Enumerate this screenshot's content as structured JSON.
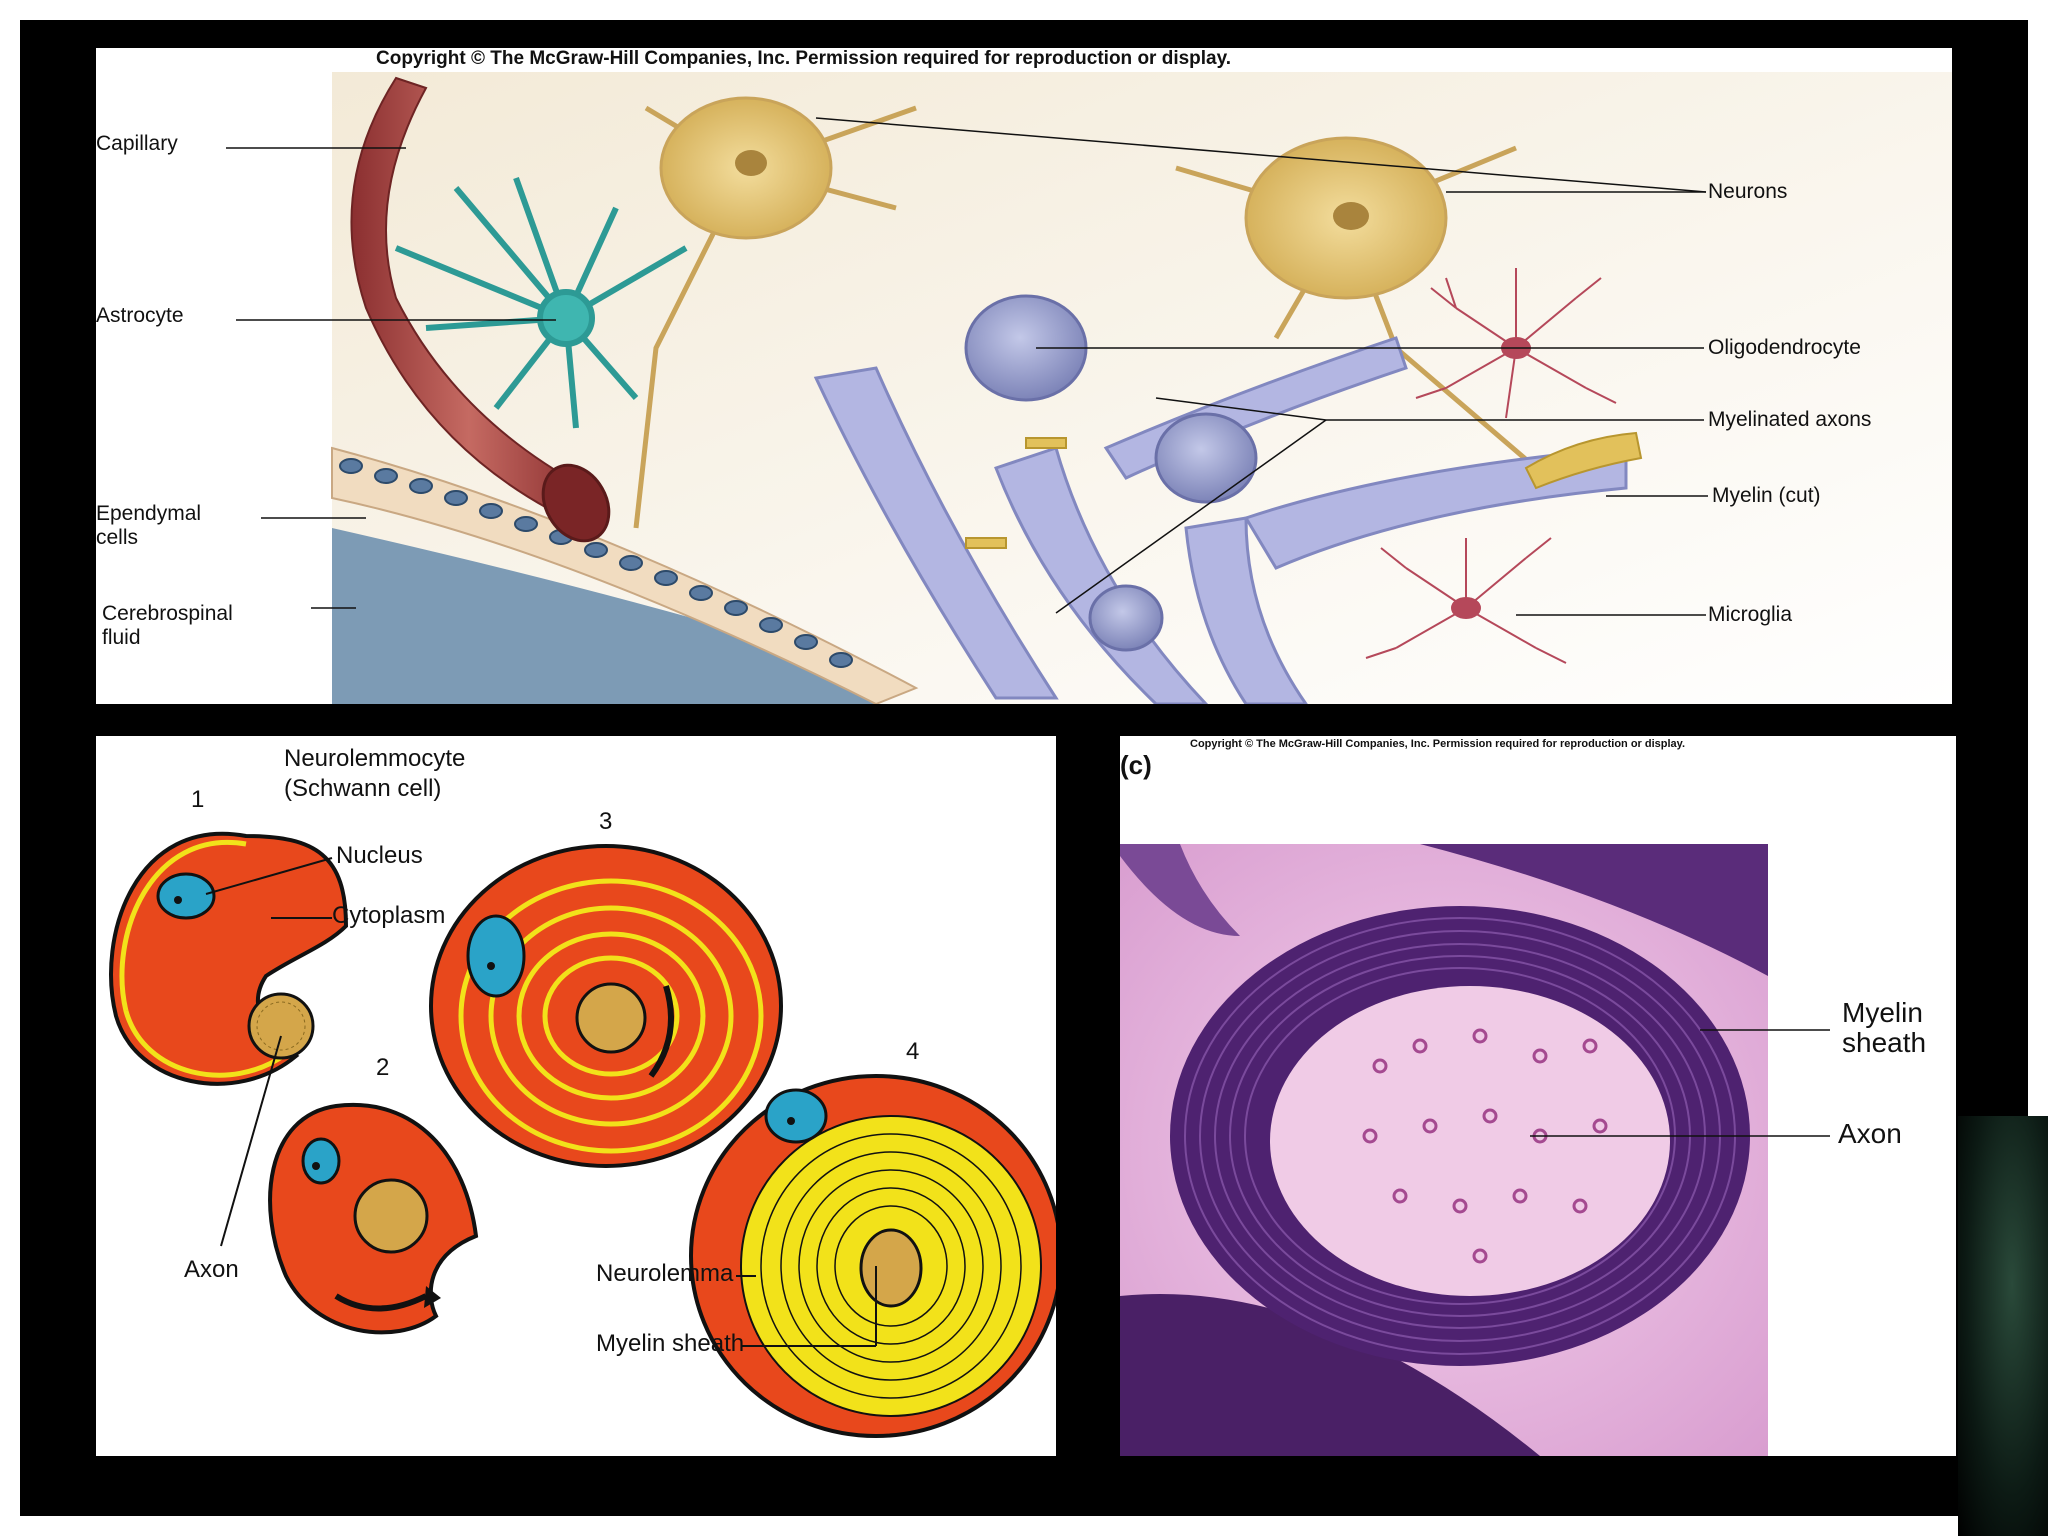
{
  "top_panel": {
    "copyright": "Copyright © The McGraw-Hill Companies, Inc. Permission required for reproduction or display.",
    "labels": {
      "capillary": "Capillary",
      "astrocyte": "Astrocyte",
      "ependymal": "Ependymal\ncells",
      "csf": "Cerebrospinal\nfluid",
      "neurons": "Neurons",
      "oligodendrocyte": "Oligodendrocyte",
      "myelinated_axons": "Myelinated axons",
      "myelin_cut": "Myelin (cut)",
      "microglia": "Microglia"
    }
  },
  "bottom_left_panel": {
    "title": "Neurolemmocyte\n(Schwann cell)",
    "steps": [
      "1",
      "2",
      "3",
      "4"
    ],
    "labels": {
      "nucleus": "Nucleus",
      "cytoplasm": "Cytoplasm",
      "axon": "Axon",
      "neurolemma": "Neurolemma",
      "myelin_sheath": "Myelin sheath"
    }
  },
  "bottom_right_panel": {
    "copyright": "Copyright © The McGraw-Hill Companies, Inc. Permission required for reproduction or display.",
    "panel_letter": "(c)",
    "labels": {
      "myelin_sheath": "Myelin\nsheath",
      "axon": "Axon"
    }
  },
  "colors": {
    "neuron": "#e6c878",
    "astrocyte": "#3fb6b0",
    "capillary": "#b04a48",
    "oligodendrocyte": "#a7a9d8",
    "microglia": "#b5485a",
    "schwann_cytoplasm": "#e8481c",
    "myelin_yellow": "#f2e21a",
    "nucleus_blue": "#2aa3c8",
    "micrograph_bg": "#e8b6e0",
    "micrograph_myelin": "#5a2c7a"
  }
}
